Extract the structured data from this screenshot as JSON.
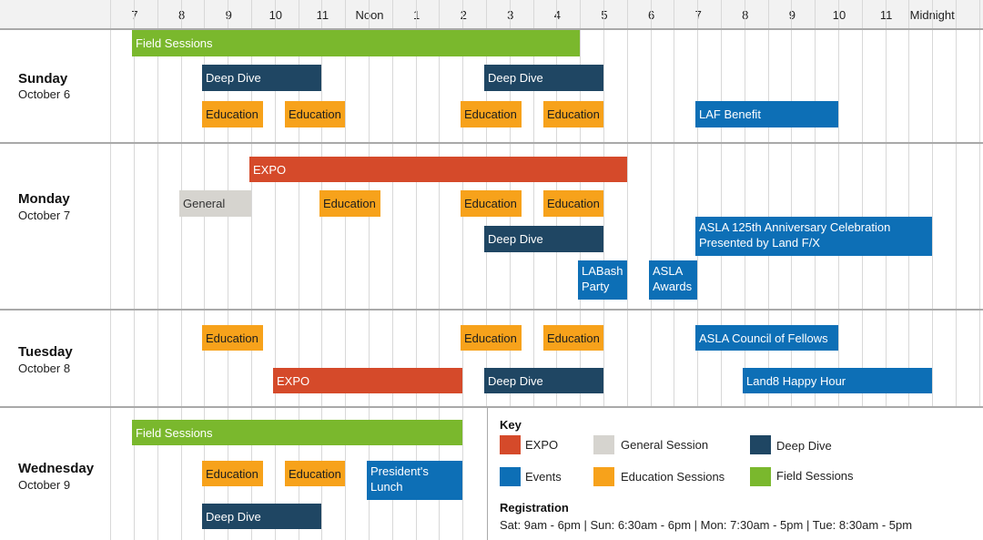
{
  "colors": {
    "expo": "#d54a2a",
    "general": "#d6d4cf",
    "deep_dive": "#1f4663",
    "events": "#0d6fb6",
    "education": "#f7a21b",
    "field": "#7ab82d"
  },
  "time_labels": [
    "7",
    "8",
    "9",
    "10",
    "11",
    "Noon",
    "1",
    "2",
    "3",
    "4",
    "5",
    "6",
    "7",
    "8",
    "9",
    "10",
    "11",
    "Midnight"
  ],
  "days": [
    {
      "name": "Sunday",
      "date": "October 6"
    },
    {
      "name": "Monday",
      "date": "October 7"
    },
    {
      "name": "Tuesday",
      "date": "October 8"
    },
    {
      "name": "Wednesday",
      "date": "October 9"
    }
  ],
  "events": [
    {
      "day": "Sunday",
      "type": "field",
      "start": 7,
      "end": 16.5,
      "label": "Field Sessions"
    },
    {
      "day": "Sunday",
      "type": "deep_dive",
      "start": 8.5,
      "end": 11,
      "label": "Deep Dive"
    },
    {
      "day": "Sunday",
      "type": "deep_dive",
      "start": 14.5,
      "end": 17,
      "label": "Deep Dive"
    },
    {
      "day": "Sunday",
      "type": "education",
      "start": 8.5,
      "end": 9.75,
      "label": "Education"
    },
    {
      "day": "Sunday",
      "type": "education",
      "start": 10.25,
      "end": 11.5,
      "label": "Education"
    },
    {
      "day": "Sunday",
      "type": "education",
      "start": 14,
      "end": 15.25,
      "label": "Education"
    },
    {
      "day": "Sunday",
      "type": "education",
      "start": 15.75,
      "end": 17,
      "label": "Education"
    },
    {
      "day": "Sunday",
      "type": "events",
      "start": 19,
      "end": 22,
      "label": "LAF Benefit"
    },
    {
      "day": "Monday",
      "type": "expo",
      "start": 9.5,
      "end": 17.5,
      "label": "EXPO"
    },
    {
      "day": "Monday",
      "type": "general",
      "start": 8,
      "end": 9.5,
      "label": "General"
    },
    {
      "day": "Monday",
      "type": "education",
      "start": 11,
      "end": 12.25,
      "label": "Education"
    },
    {
      "day": "Monday",
      "type": "education",
      "start": 14,
      "end": 15.25,
      "label": "Education"
    },
    {
      "day": "Monday",
      "type": "education",
      "start": 15.75,
      "end": 17,
      "label": "Education"
    },
    {
      "day": "Monday",
      "type": "events",
      "start": 19,
      "end": 24,
      "label": "ASLA 125th Anniversary Celebration Presented by Land F/X"
    },
    {
      "day": "Monday",
      "type": "deep_dive",
      "start": 14.5,
      "end": 17,
      "label": "Deep Dive"
    },
    {
      "day": "Monday",
      "type": "events",
      "start": 16.5,
      "end": 17.5,
      "label": "LABash Party"
    },
    {
      "day": "Monday",
      "type": "events",
      "start": 18,
      "end": 19,
      "label": "ASLA Awards"
    },
    {
      "day": "Tuesday",
      "type": "education",
      "start": 8.5,
      "end": 9.75,
      "label": "Education"
    },
    {
      "day": "Tuesday",
      "type": "education",
      "start": 14,
      "end": 15.25,
      "label": "Education"
    },
    {
      "day": "Tuesday",
      "type": "education",
      "start": 15.75,
      "end": 17,
      "label": "Education"
    },
    {
      "day": "Tuesday",
      "type": "events",
      "start": 19,
      "end": 22,
      "label": "ASLA Council of Fellows"
    },
    {
      "day": "Tuesday",
      "type": "expo",
      "start": 10,
      "end": 14,
      "label": "EXPO"
    },
    {
      "day": "Tuesday",
      "type": "deep_dive",
      "start": 14.5,
      "end": 17,
      "label": "Deep Dive"
    },
    {
      "day": "Tuesday",
      "type": "events",
      "start": 20,
      "end": 24,
      "label": "Land8 Happy Hour"
    },
    {
      "day": "Wednesday",
      "type": "field",
      "start": 7,
      "end": 14,
      "label": "Field Sessions"
    },
    {
      "day": "Wednesday",
      "type": "education",
      "start": 8.5,
      "end": 9.75,
      "label": "Education"
    },
    {
      "day": "Wednesday",
      "type": "education",
      "start": 10.25,
      "end": 11.5,
      "label": "Education"
    },
    {
      "day": "Wednesday",
      "type": "events",
      "start": 12,
      "end": 14,
      "label": "President's Lunch"
    },
    {
      "day": "Wednesday",
      "type": "deep_dive",
      "start": 8.5,
      "end": 11,
      "label": "Deep Dive"
    }
  ],
  "key": {
    "title": "Key",
    "items": [
      {
        "type": "expo",
        "label": "EXPO"
      },
      {
        "type": "general",
        "label": "General Session"
      },
      {
        "type": "deep_dive",
        "label": "Deep Dive"
      },
      {
        "type": "events",
        "label": "Events"
      },
      {
        "type": "education",
        "label": "Education Sessions"
      },
      {
        "type": "field",
        "label": "Field Sessions"
      }
    ]
  },
  "registration": {
    "title": "Registration",
    "text": "Sat: 9am - 6pm  |  Sun: 6:30am - 6pm  |  Mon: 7:30am - 5pm  |  Tue: 8:30am - 5pm"
  }
}
